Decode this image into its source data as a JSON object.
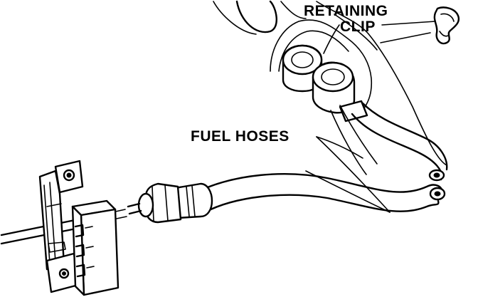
{
  "labels": {
    "retaining_clip_line1": "RETAINING",
    "retaining_clip_line2": "CLIP",
    "fuel_hoses": "FUEL HOSES"
  },
  "colors": {
    "ink": "#000000",
    "background": "#ffffff"
  }
}
